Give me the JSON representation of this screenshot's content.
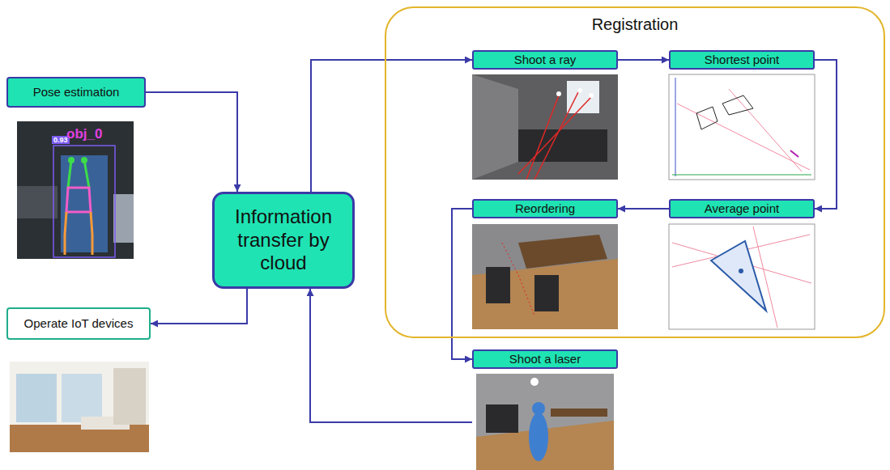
{
  "diagram": {
    "nodes": [
      {
        "text": [
          "Pose estimation"
        ]
      },
      {
        "text": [
          "Information transfer by cloud"
        ]
      },
      {
        "text": [
          "Operate IoT devices"
        ]
      },
      {
        "text": [
          "Registration"
        ]
      },
      {
        "text": [
          "Shoot a ray"
        ],
        "in": 3
      },
      {
        "text": [
          "Shortest point"
        ],
        "in": 3
      },
      {
        "text": [
          "Reordering"
        ],
        "in": 3
      },
      {
        "text": [
          "Average point"
        ],
        "in": 3
      },
      {
        "text": [
          "Shoot a laser"
        ]
      }
    ],
    "edges": [
      {
        "from": 0,
        "to": 1,
        "arrow": "to"
      },
      {
        "from": 1,
        "to": 4,
        "arrow": "to"
      },
      {
        "from": 1,
        "to": 2,
        "arrow": "to"
      },
      {
        "from": 4,
        "to": 5,
        "arrow": "to"
      },
      {
        "from": 5,
        "to": 7,
        "arrow": "to"
      },
      {
        "from": 7,
        "to": 6,
        "arrow": "to"
      },
      {
        "from": 6,
        "to": 8,
        "arrow": "to"
      },
      {
        "from": 8,
        "to": 1,
        "arrow": "to"
      }
    ],
    "labels": [
      "0.93",
      "obj_0"
    ]
  }
}
